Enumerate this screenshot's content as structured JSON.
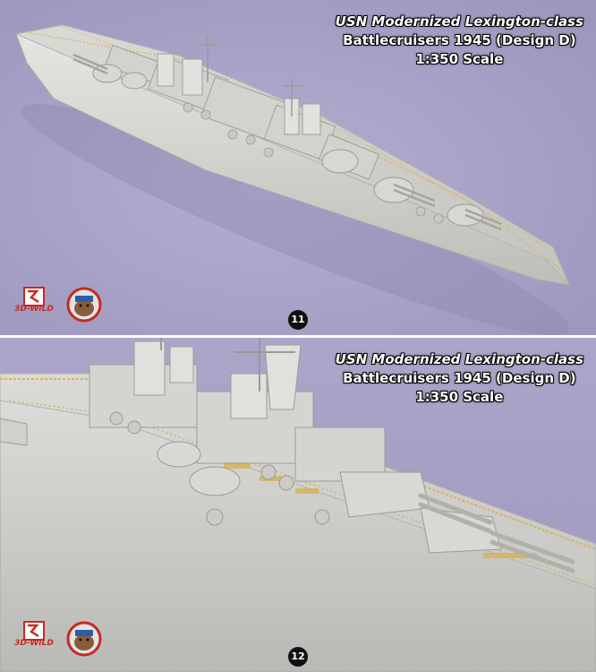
{
  "panels": [
    {
      "caption": {
        "line1": "USN Modernized Lexington-class",
        "line2": "Battlecruisers 1945 (Design D)",
        "line3": "1:350 Scale"
      },
      "logo_text": "3D-WILD",
      "page_number": "11"
    },
    {
      "caption": {
        "line1": "USN Modernized Lexington-class",
        "line2": "Battlecruisers 1945 (Design D)",
        "line3": "1:350 Scale"
      },
      "logo_text": "3D-WILD",
      "page_number": "12"
    }
  ],
  "colors": {
    "background": "#a8a2c4",
    "hull": "#cfcfcc",
    "deck_detail": "#d6b45a",
    "logo_red": "#c62a21",
    "badge": "#111111"
  }
}
